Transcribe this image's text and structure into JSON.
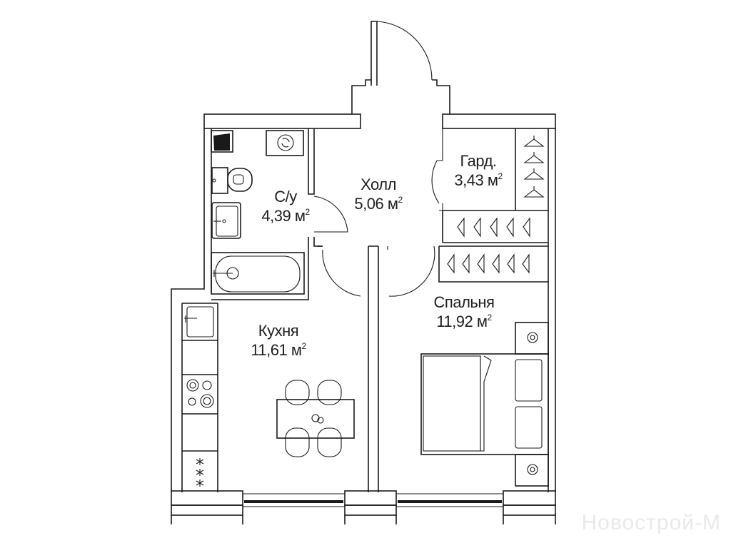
{
  "rooms": {
    "bathroom": {
      "name": "С/у",
      "area": "4,39",
      "unit": "м",
      "exp": "2"
    },
    "hall": {
      "name": "Холл",
      "area": "5,06",
      "unit": "м",
      "exp": "2"
    },
    "wardrobe": {
      "name": "Гард.",
      "area": "3,43",
      "unit": "м",
      "exp": "2"
    },
    "kitchen": {
      "name": "Кухня",
      "area": "11,61",
      "unit": "м",
      "exp": "2"
    },
    "bedroom": {
      "name": "Спальня",
      "area": "11,92",
      "unit": "м",
      "exp": "2"
    }
  },
  "watermark": "Новострой-М",
  "colors": {
    "line": "#1a1a1a",
    "background": "#ffffff",
    "watermark": "#e9e9e9"
  }
}
